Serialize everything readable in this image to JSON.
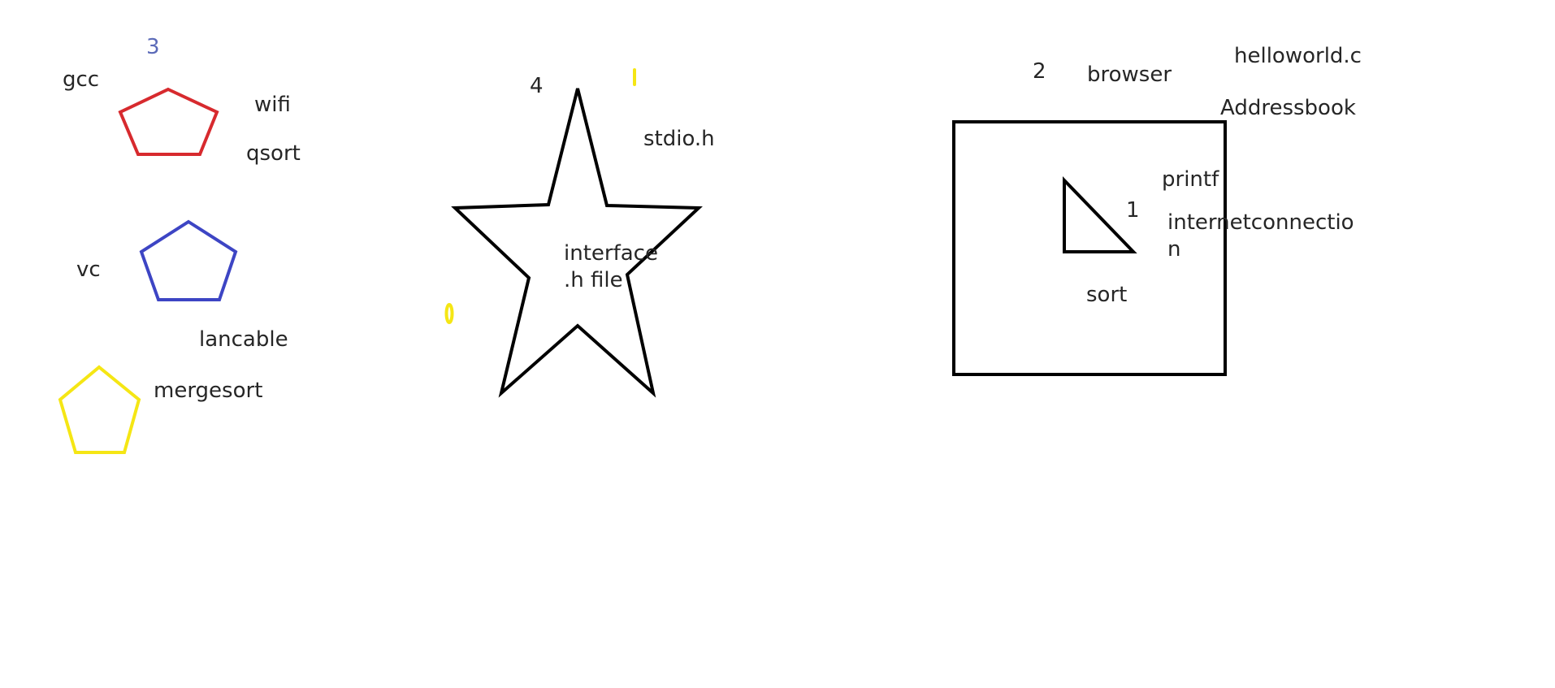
{
  "colors": {
    "text": "#262626",
    "numeral_blue": "#5b6ab8",
    "red": "#d72a2e",
    "blue": "#3d45c4",
    "yellow": "#f5e614",
    "black": "#000000"
  },
  "shapes": [
    {
      "name": "red-pentagon",
      "kind": "pentagon",
      "color": "red"
    },
    {
      "name": "blue-pentagon",
      "kind": "pentagon",
      "color": "blue"
    },
    {
      "name": "yellow-pentagon",
      "kind": "pentagon",
      "color": "yellow"
    },
    {
      "name": "star",
      "kind": "star",
      "color": "black"
    },
    {
      "name": "rectangle",
      "kind": "rectangle",
      "color": "black"
    },
    {
      "name": "triangle",
      "kind": "triangle",
      "color": "black"
    },
    {
      "name": "yellow-stroke-mark",
      "kind": "mark",
      "color": "yellow"
    },
    {
      "name": "yellow-drop-mark",
      "kind": "mark",
      "color": "yellow"
    }
  ],
  "labels": {
    "num3": "3",
    "gcc": "gcc",
    "wifi": "wifi",
    "qsort": "qsort",
    "vc": "vc",
    "lancable": "lancable",
    "mergesort": "mergesort",
    "num4": "4",
    "stdio": "stdio.h",
    "interface": "interface .h file",
    "num2": "2",
    "browser": "browser",
    "helloworld": "helloworld.c",
    "addressbook": "Addressbook",
    "printf": "printf",
    "num1": "1",
    "internetconnection": "internetconnection",
    "sort": "sort"
  }
}
